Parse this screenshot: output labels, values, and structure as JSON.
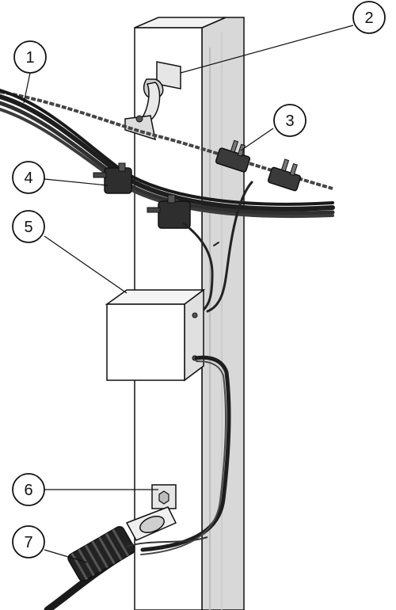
{
  "callouts": [
    {
      "id": "c1",
      "label": "1"
    },
    {
      "id": "c2",
      "label": "2"
    },
    {
      "id": "c3",
      "label": "3"
    },
    {
      "id": "c4",
      "label": "4"
    },
    {
      "id": "c5",
      "label": "5"
    },
    {
      "id": "c6",
      "label": "6"
    },
    {
      "id": "c7",
      "label": "7"
    }
  ],
  "colors": {
    "line": "#111111",
    "cable": "#2a2a2a",
    "pole_front": "#ffffff",
    "pole_side": "#d6d6d6",
    "clamp": "#3a3a3a",
    "box": "#ffffff"
  }
}
